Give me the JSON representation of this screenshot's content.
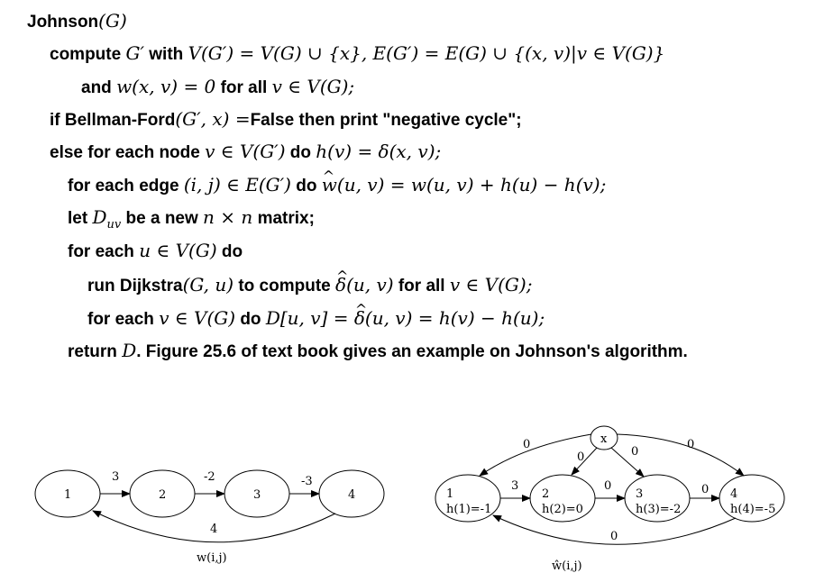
{
  "algorithm": {
    "title_kw": "Johnson",
    "title_arg": "(G)",
    "line1_kw1": "compute",
    "line1_m1": "G′",
    "line1_kw2": "with",
    "line1_m2": "V(G′) = V(G) ∪ {x}, E(G′) = E(G) ∪ {(x, v)|v ∈ V(G)}",
    "line2_kw1": "and",
    "line2_m1": "w(x, v) = 0",
    "line2_kw2": "for all",
    "line2_m2": "v ∈ V(G);",
    "line3_kw1": "if Bellman-Ford",
    "line3_m1": "(G′, x) =",
    "line3_kw2": "False then print \"negative cycle\";",
    "line4_kw1": "else for each node",
    "line4_m1": "v ∈ V(G′)",
    "line4_kw2": "do",
    "line4_m2": "h(v) = δ(x, v);",
    "line5_kw1": "for each edge",
    "line5_m1": "(i, j) ∈ E(G′)",
    "line5_kw2": "do",
    "line5_m2a": "w",
    "line5_m2b": "(u, v) = w(u, v) + h(u) − h(v);",
    "line6_kw1": "let",
    "line6_m1": "D",
    "line6_sub": "uv",
    "line6_kw2": "be a new",
    "line6_m2": "n × n",
    "line6_kw3": "matrix;",
    "line7_kw1": "for each",
    "line7_m1": "u ∈ V(G)",
    "line7_kw2": "do",
    "line8_kw1": "run Dijkstra",
    "line8_m1": "(G, u)",
    "line8_kw2": "to compute",
    "line8_m2a": "δ",
    "line8_m2b": "(u, v)",
    "line8_kw3": "for all",
    "line8_m3": "v ∈ V(G);",
    "line9_kw1": "for each",
    "line9_m1": "v ∈ V(G)",
    "line9_kw2": "do",
    "line9_m2a": "D[u, v] = ",
    "line9_m2b": "δ",
    "line9_m2c": "(u, v) = h(v) − h(u);",
    "line10_kw1": "return",
    "line10_m1": "D",
    "line10_kw2": ". Figure 25.6 of text book gives an example on Johnson's algorithm."
  },
  "graph_left": {
    "nodes": [
      "1",
      "2",
      "3",
      "4"
    ],
    "edge_weights": [
      "3",
      "-2",
      "-3",
      "4"
    ],
    "caption": "w(i,j)"
  },
  "graph_right": {
    "source_node": "x",
    "nodes": [
      "1",
      "2",
      "3",
      "4"
    ],
    "potentials": [
      "h(1)=-1",
      "h(2)=0",
      "h(3)=-2",
      "h(4)=-5"
    ],
    "source_weights": [
      "0",
      "0",
      "0",
      "0"
    ],
    "chain_weights": [
      "3",
      "0",
      "0"
    ],
    "back_weight": "0",
    "caption": "ŵ(i,j)"
  }
}
